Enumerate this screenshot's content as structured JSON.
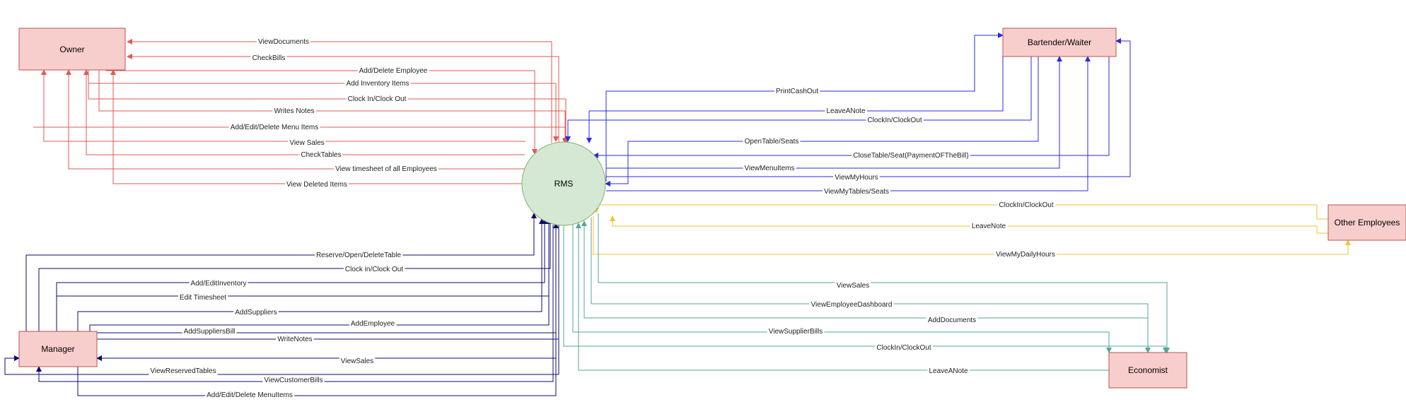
{
  "diagram": {
    "center": {
      "label": "RMS"
    },
    "entities": {
      "owner": "Owner",
      "bartender": "Bartender/Waiter",
      "manager": "Manager",
      "economist": "Economist",
      "other": "Other Employees"
    },
    "colors": {
      "owner": "#e05a4f",
      "bartender": "#2b2be0",
      "manager": "#0b0b6e",
      "other": "#f2c232",
      "economist": "#56a69a"
    },
    "flows": {
      "owner": [
        "ViewDocuments",
        "CheckBills",
        "Add/Delete Employee",
        "Add Inventory Items",
        "Clock In/Clock Out",
        "Writes Notes",
        "Add/Edit/Delete Menu Items",
        "View Sales",
        "CheckTables",
        "View timesheet of all Employees",
        "View Deleted Items"
      ],
      "bartender": [
        "PrintCashOut",
        "LeaveANote",
        "ClockIn/ClockOut",
        "OpenTable/Seats",
        "CloseTable/Seat(PaymentOFTheBill)",
        "ViewMenuItems",
        "ViewMyHours",
        "ViewMyTables/Seats"
      ],
      "other": [
        "ClockIn/ClockOut",
        "LeaveNote",
        "ViewMyDailyHours"
      ],
      "economist": [
        "ViewSales",
        "ViewEmployeeDashboard",
        "AddDocuments",
        "ViewSupplierBills",
        "ClockIn/ClockOut",
        "LeaveANote"
      ],
      "manager": [
        "Reserve/Open/DeleteTable",
        "Clock in/Clock Out",
        "Add/EditInventory",
        "Edit Timesheet",
        "AddSuppliers",
        "AddEmployee",
        "AddSuppliersBill",
        "WriteNotes",
        "ViewSales",
        "ViewReservedTables",
        "ViewCustomerBills",
        "Add/Edit/Delete MenuItems"
      ]
    }
  }
}
